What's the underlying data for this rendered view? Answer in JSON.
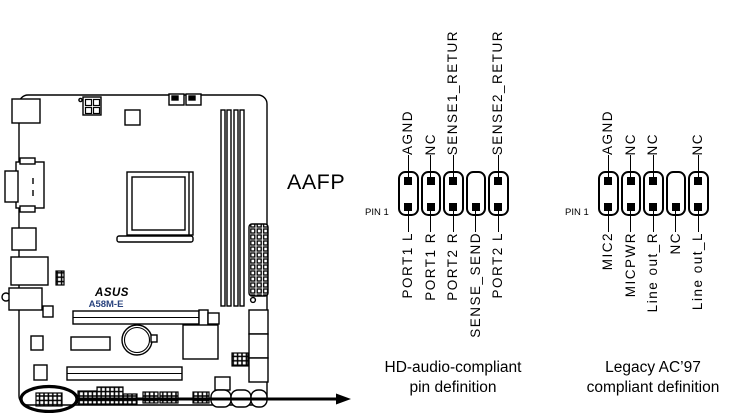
{
  "board": {
    "brand": "ASUS",
    "model": "A58M-E"
  },
  "connector_label": "AAFP",
  "pin1_label": "PIN 1",
  "headers": [
    {
      "name": "hd-audio",
      "caption_line1": "HD-audio-compliant",
      "caption_line2": "pin definition",
      "pins": [
        {
          "top": "AGND",
          "bottom": "PORT1 L"
        },
        {
          "top": "NC",
          "bottom": "PORT1 R"
        },
        {
          "top": "SENSE1_RETUR",
          "bottom": "PORT2 R"
        },
        {
          "top": "",
          "bottom": "SENSE_SEND"
        },
        {
          "top": "SENSE2_RETUR",
          "bottom": "PORT2 L"
        }
      ]
    },
    {
      "name": "legacy-ac97",
      "caption_line1": "Legacy AC’97",
      "caption_line2": "compliant definition",
      "pins": [
        {
          "top": "AGND",
          "bottom": "MIC2"
        },
        {
          "top": "NC",
          "bottom": "MICPWR"
        },
        {
          "top": "NC",
          "bottom": "Line out_R"
        },
        {
          "top": "",
          "bottom": "NC"
        },
        {
          "top": "NC",
          "bottom": "Line out_L"
        }
      ]
    }
  ],
  "colors": {
    "line": "#000000",
    "model_text": "#29437e",
    "background": "#ffffff"
  }
}
